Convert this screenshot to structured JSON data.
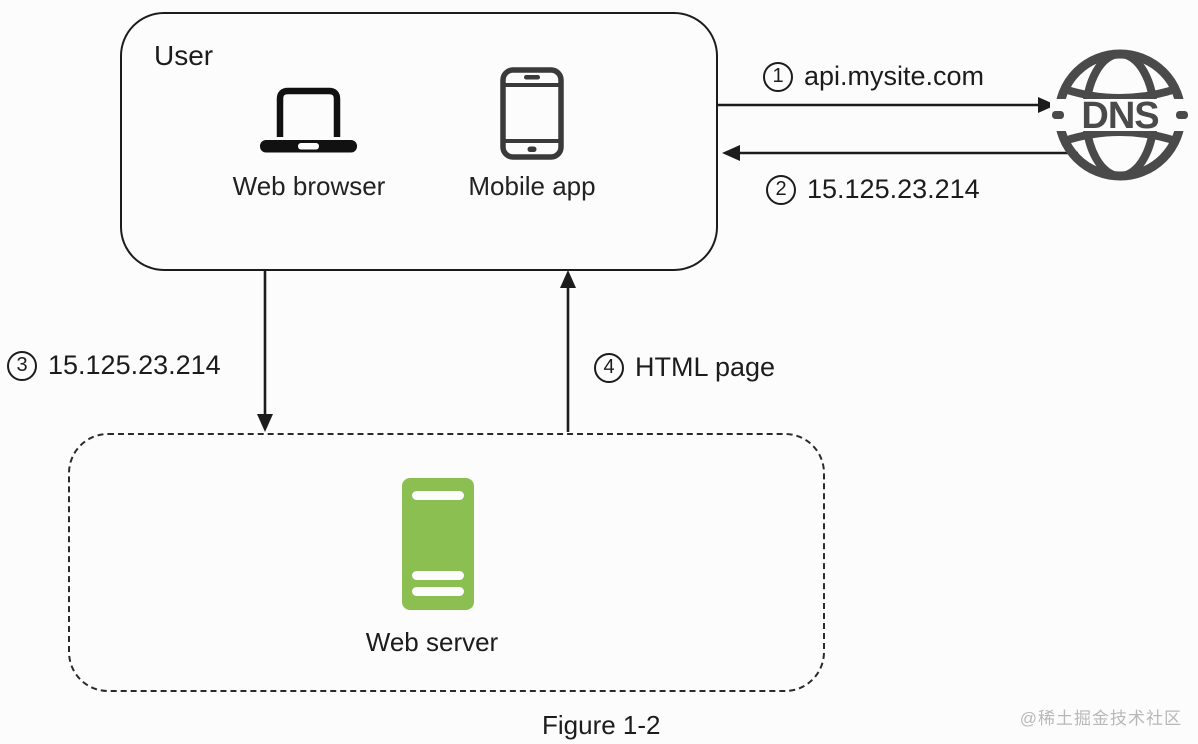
{
  "diagram": {
    "user_box": {
      "title": "User",
      "devices": [
        {
          "icon": "laptop-icon",
          "label": "Web browser"
        },
        {
          "icon": "smartphone-icon",
          "label": "Mobile app"
        }
      ]
    },
    "dns_node": {
      "label": "DNS"
    },
    "server_box": {
      "label": "Web server"
    },
    "steps": [
      {
        "number": "1",
        "label": "api.mysite.com",
        "direction": "right",
        "from": "user",
        "to": "dns"
      },
      {
        "number": "2",
        "label": "15.125.23.214",
        "direction": "left",
        "from": "dns",
        "to": "user"
      },
      {
        "number": "3",
        "label": "15.125.23.214",
        "direction": "down",
        "from": "user",
        "to": "web-server"
      },
      {
        "number": "4",
        "label": "HTML page",
        "direction": "up",
        "from": "web-server",
        "to": "user"
      }
    ],
    "caption": "Figure 1-2",
    "watermark": "@稀土掘金技术社区",
    "colors": {
      "line_black": "#1c1c1c",
      "dns_gray": "#4a4a4a",
      "server_green": "#8cbf52",
      "watermark_gray": "#b8b8b8"
    }
  }
}
